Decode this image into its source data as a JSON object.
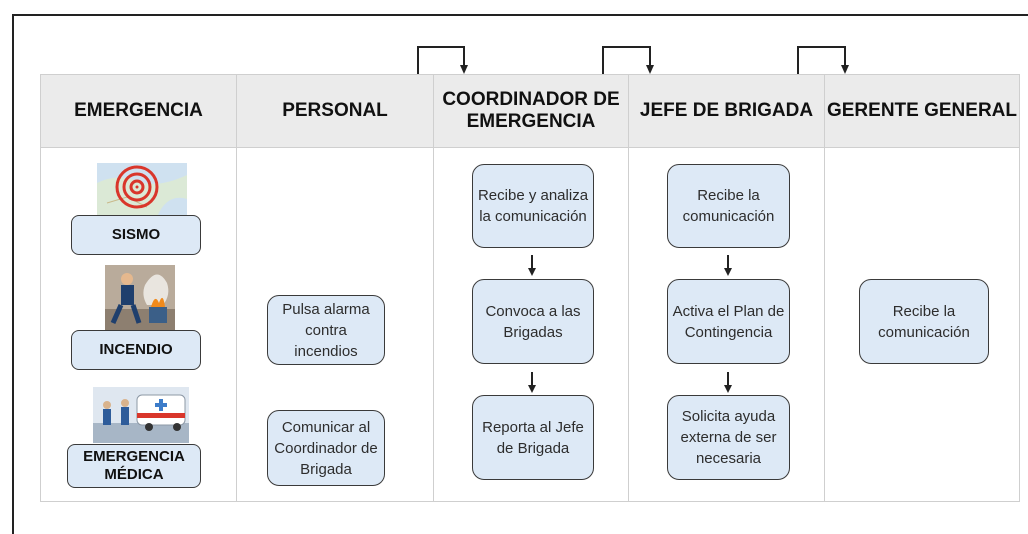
{
  "columns": [
    {
      "header": "EMERGENCIA"
    },
    {
      "header": "PERSONAL"
    },
    {
      "header": "COORDINADOR DE EMERGENCIA"
    },
    {
      "header": "JEFE DE BRIGADA"
    },
    {
      "header": "GERENTE GENERAL"
    }
  ],
  "emergencias": [
    "SISMO",
    "INCENDIO",
    "EMERGENCIA MÉDICA"
  ],
  "personal": [
    "Pulsa alarma contra incendios",
    "Comunicar al Coordinador de Brigada"
  ],
  "coordinador": [
    "Recibe y analiza la comunicación",
    "Convoca a las Brigadas",
    "Reporta al Jefe de Brigada"
  ],
  "jefe": [
    "Recibe la comunicación",
    "Activa el Plan de Contingencia",
    "Solicita ayuda externa de ser necesaria"
  ],
  "gerente": [
    "Recibe la comunicación"
  ],
  "colors": {
    "box_fill": "#dde9f6",
    "header_fill": "#ebebeb",
    "border": "#3a3a3a"
  }
}
